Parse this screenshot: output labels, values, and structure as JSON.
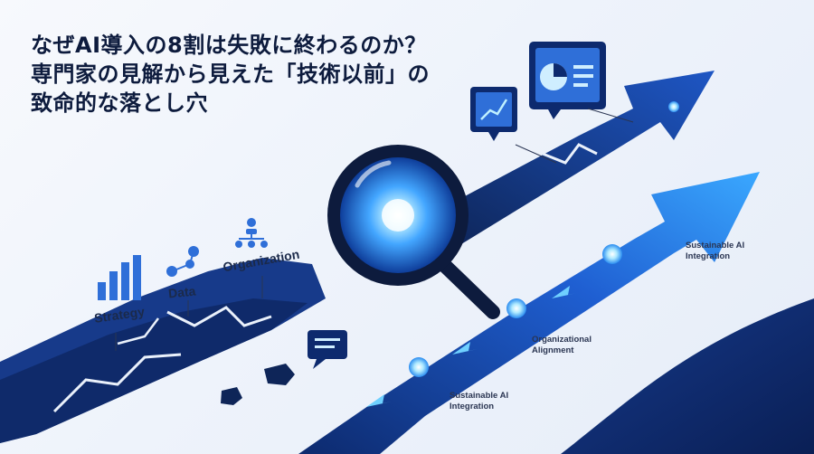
{
  "headline": {
    "line1": "なぜAI導入の8割は失敗に終わるのか？",
    "line2": "専門家の見解から見えた「技術以前」の",
    "line3": "致命的な落とし穴"
  },
  "broken_path_labels": {
    "strategy": "Strategy",
    "data": "Data",
    "organization": "Organization"
  },
  "success_path_labels": {
    "sustainable_upper": "Sustainable AI Integration",
    "organizational_alignment": "Organizational Alignment",
    "sustainable_lower": "Sustainable AI Integration"
  },
  "icons": [
    "bar-chart-icon",
    "data-network-icon",
    "organization-chart-icon",
    "magnifying-glass-icon",
    "line-chart-board-icon",
    "pie-chart-board-icon",
    "chat-bubble-icon"
  ],
  "colors": {
    "navy": "#0d2a6e",
    "blue": "#1f63d8",
    "glow": "#6fd0ff",
    "title": "#0d1b3d"
  }
}
